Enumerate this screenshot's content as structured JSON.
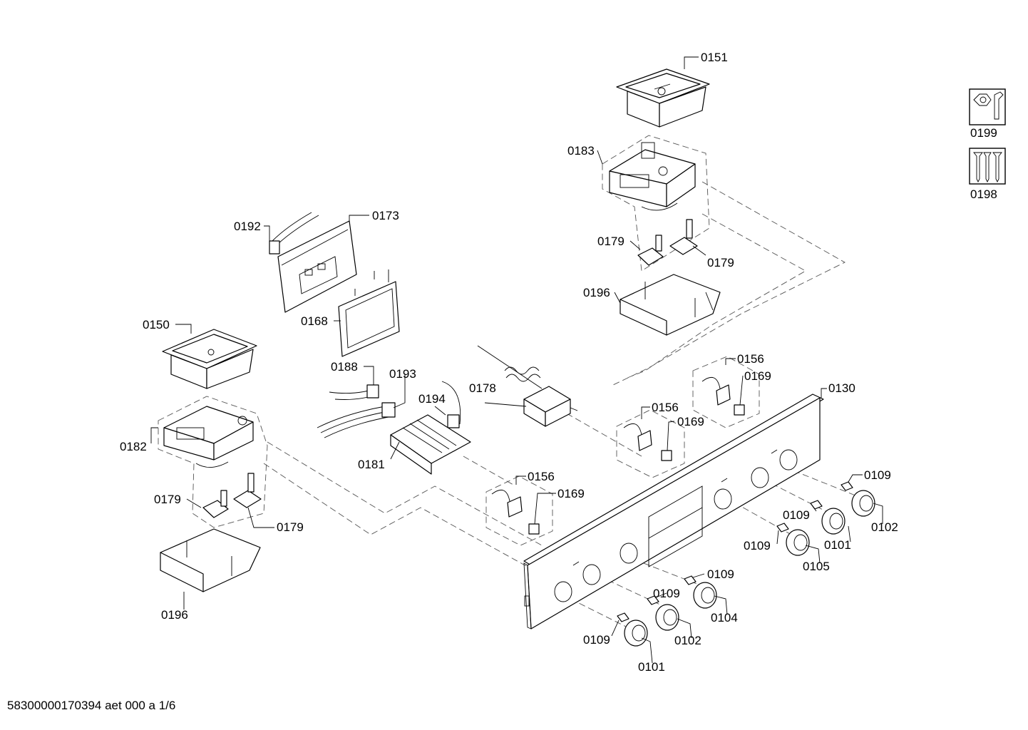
{
  "document": {
    "id": "58300000170394 aet 000 a 1/6"
  },
  "labels": {
    "l0151": "0151",
    "l0183": "0183",
    "l0179a": "0179",
    "l0179b": "0179",
    "l0196a": "0196",
    "l0192": "0192",
    "l0173": "0173",
    "l0168": "0168",
    "l0150": "0150",
    "l0188": "0188",
    "l0193": "0193",
    "l0194": "0194",
    "l0178": "0178",
    "l0156a": "0156",
    "l0169a": "0169",
    "l0156b": "0156",
    "l0169b": "0169",
    "l0130": "0130",
    "l0182": "0182",
    "l0181": "0181",
    "l0156c": "0156",
    "l0169c": "0169",
    "l0179c": "0179",
    "l0179d": "0179",
    "l0196b": "0196",
    "l0109a": "0109",
    "l0109b": "0109",
    "l0102a": "0102",
    "l0101a": "0101",
    "l0109c": "0109",
    "l0105": "0105",
    "l0109d": "0109",
    "l0109e": "0109",
    "l0104": "0104",
    "l0102b": "0102",
    "l0109f": "0109",
    "l0101b": "0101",
    "l0199": "0199",
    "l0198": "0198"
  },
  "icons": {
    "service": "wrench-nut-icon",
    "fasteners": "screws-icon"
  }
}
